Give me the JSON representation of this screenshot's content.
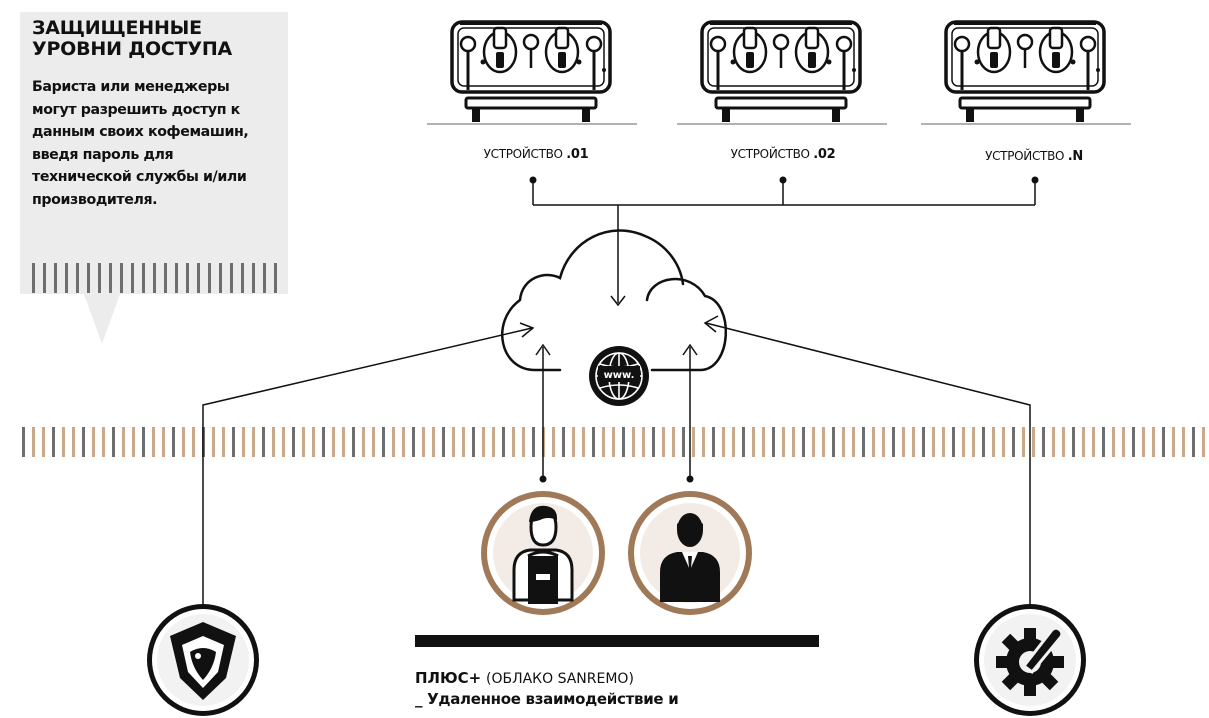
{
  "callout": {
    "title_line1": "ЗАЩИЩЕННЫЕ",
    "title_line2": "УРОВНИ ДОСТУПА",
    "body": "Бариста или менеджеры могут разрешить доступ к данным своих кофемашин, введя пароль для технической службы и/или производителя."
  },
  "devices": [
    {
      "prefix": "УСТРОЙСТВО",
      "suffix": ".01"
    },
    {
      "prefix": "УСТРОЙСТВО",
      "suffix": ".02"
    },
    {
      "prefix": "УСТРОЙСТВО",
      "suffix": ".N"
    }
  ],
  "cloud": {
    "globe_label": "www."
  },
  "plus": {
    "title": "ПЛЮС+",
    "subtitle": "(ОБЛАКО SANREMO)",
    "line2": "_ Удаленное взаимодействие и"
  },
  "colors": {
    "accent": "#a07a58",
    "stripe": "#c9a98a",
    "dark": "#111111"
  },
  "icons": [
    "coffee-machine-icon",
    "cloud-icon",
    "globe-icon",
    "barista-icon",
    "manager-icon",
    "brand-shield-icon",
    "gear-wrench-icon"
  ]
}
